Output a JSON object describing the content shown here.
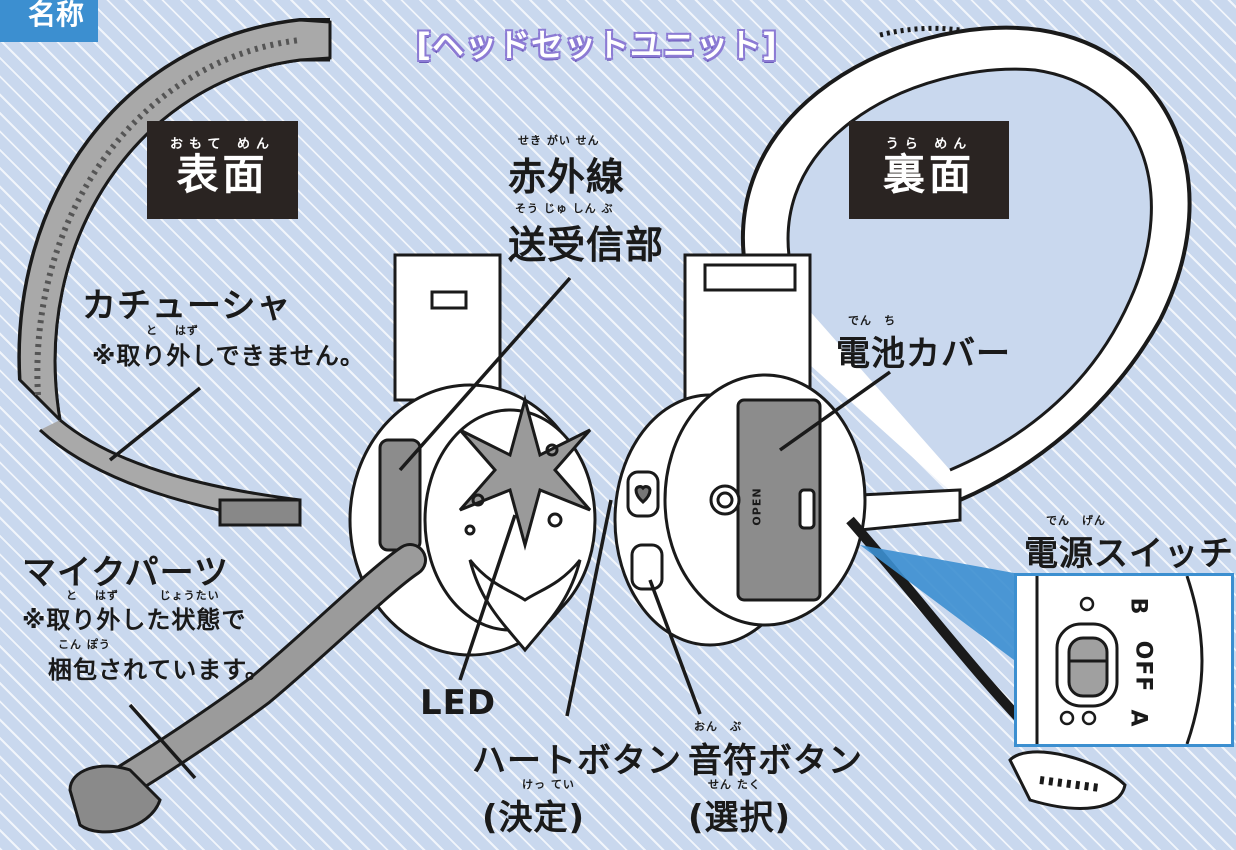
{
  "corner_tag": "名称",
  "title": "[ヘッドセットユニット]",
  "front": {
    "ruby": "おもて めん",
    "label": "表面"
  },
  "back": {
    "ruby": "うら めん",
    "label": "裏面"
  },
  "ir": {
    "ruby1": "せき がい せん",
    "line1": "赤外線",
    "ruby2": "そう じゅ しん ぶ",
    "line2": "送受信部"
  },
  "headband": {
    "label": "カチューシャ",
    "ruby": "と　 はず",
    "note": "※取り外しできません。"
  },
  "mic": {
    "label": "マイクパーツ",
    "ruby1": "と　 はず　　　 じょうたい",
    "note1": "※取り外した状態で",
    "ruby2": "こん ぽう",
    "note2": "梱包されています。"
  },
  "led": "LED",
  "heart_button": {
    "label": "ハートボタン",
    "ruby": "けっ てい",
    "sub": "(決定)"
  },
  "note_button": {
    "ruby1": "おん　ぷ",
    "label": "音符ボタン",
    "ruby2": "せん たく",
    "sub": "(選択)"
  },
  "battery_cover": {
    "ruby": "でん　ち",
    "label": "電池カバー"
  },
  "power_switch": {
    "ruby": "でん　げん",
    "label": "電源スイッチ"
  },
  "device_text": {
    "open": "OPEN",
    "switch_a": "A",
    "switch_off": "OFF",
    "switch_b": "B"
  },
  "colors": {
    "accent_blue": "#3c8fd0",
    "title_purple": "#8c7bd4",
    "label_box": "#2a2422",
    "background": "#c9d8ee"
  }
}
